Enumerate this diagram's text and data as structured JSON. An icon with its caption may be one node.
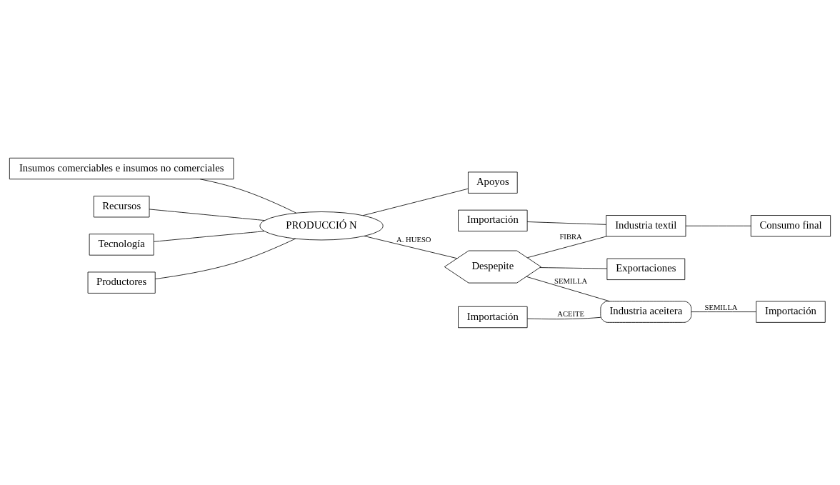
{
  "diagram": {
    "nodes": [
      {
        "text": [
          "Insumos comerciables e insumos no comerciales"
        ]
      },
      {
        "text": [
          "Recursos"
        ]
      },
      {
        "text": [
          "PRODUCCIÓ N"
        ]
      },
      {
        "text": [
          "Tecnología"
        ]
      },
      {
        "text": [
          "Productores"
        ]
      },
      {
        "text": [
          "Apoyos"
        ]
      },
      {
        "text": [
          "Despepite"
        ]
      },
      {
        "text": [
          "Importación"
        ]
      },
      {
        "text": [
          "Industria textil"
        ]
      },
      {
        "text": [
          "Exportaciones"
        ]
      },
      {
        "text": [
          "Consumo final"
        ]
      },
      {
        "text": [
          "Importación"
        ]
      },
      {
        "text": [
          "Industria aceitera"
        ]
      },
      {
        "text": [
          "Importación"
        ]
      }
    ],
    "edges": [
      {
        "from": 0,
        "to": 2,
        "arrow": "none"
      },
      {
        "from": 1,
        "to": 2,
        "arrow": "none"
      },
      {
        "from": 3,
        "to": 2,
        "arrow": "none"
      },
      {
        "from": 4,
        "to": 2,
        "arrow": "none"
      },
      {
        "from": 2,
        "to": 5,
        "arrow": "none"
      },
      {
        "from": 2,
        "to": 6,
        "arrow": "none",
        "label": "A. HUESO"
      },
      {
        "from": 6,
        "to": 8,
        "arrow": "none",
        "label": "FIBRA"
      },
      {
        "from": 7,
        "to": 8,
        "arrow": "none"
      },
      {
        "from": 8,
        "to": 10,
        "arrow": "none"
      },
      {
        "from": 6,
        "to": 9,
        "arrow": "none"
      },
      {
        "from": 6,
        "to": 12,
        "arrow": "none",
        "label": "SEMILLA"
      },
      {
        "from": 11,
        "to": 12,
        "arrow": "none",
        "label": "ACEITE"
      },
      {
        "from": 12,
        "to": 13,
        "arrow": "none",
        "label": "SEMILLA"
      }
    ]
  }
}
